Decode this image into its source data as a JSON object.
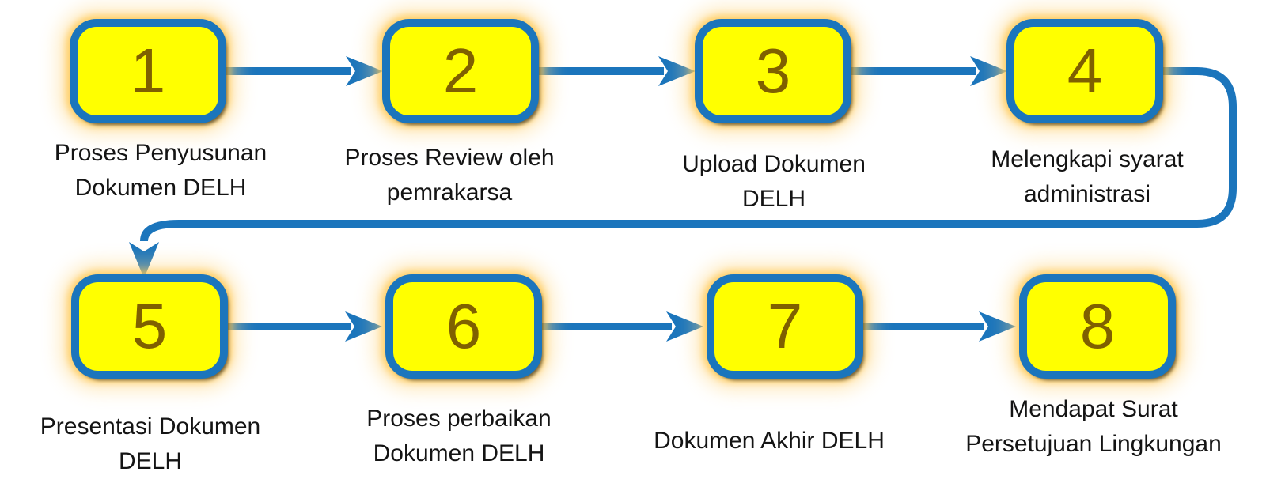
{
  "diagram": {
    "type": "process-flow",
    "language": "id",
    "step_count": 8,
    "flow_order": "1-2-3-4 top row left to right, wrap-around connector from 4 down to 5, then 5-6-7-8 bottom row left to right"
  },
  "steps": [
    {
      "number": "1",
      "label": "Proses Penyusunan\nDokumen DELH"
    },
    {
      "number": "2",
      "label": "Proses Review oleh\npemrakarsa"
    },
    {
      "number": "3",
      "label": "Upload Dokumen\nDELH"
    },
    {
      "number": "4",
      "label": "Melengkapi syarat\nadministrasi"
    },
    {
      "number": "5",
      "label": "Presentasi Dokumen\nDELH"
    },
    {
      "number": "6",
      "label": "Proses perbaikan\nDokumen DELH"
    },
    {
      "number": "7",
      "label": "Dokumen Akhir DELH"
    },
    {
      "number": "8",
      "label": "Mendapat Surat\nPersetujuan Lingkungan"
    }
  ],
  "connectors": [
    {
      "from": "1",
      "to": "2",
      "style": "straight-right-arrow"
    },
    {
      "from": "2",
      "to": "3",
      "style": "straight-right-arrow"
    },
    {
      "from": "3",
      "to": "4",
      "style": "straight-right-arrow"
    },
    {
      "from": "4",
      "to": "5",
      "style": "wrap-around right-down-left-down-arrow"
    },
    {
      "from": "5",
      "to": "6",
      "style": "straight-right-arrow"
    },
    {
      "from": "6",
      "to": "7",
      "style": "straight-right-arrow"
    },
    {
      "from": "7",
      "to": "8",
      "style": "straight-right-arrow"
    }
  ],
  "colors": {
    "box_fill": "#ffff00",
    "box_border": "#1b75bc",
    "number_text": "#7f6000",
    "label_text": "#141414",
    "connector": "#1b75bc",
    "glow": "#ffc342",
    "background": "#ffffff"
  }
}
